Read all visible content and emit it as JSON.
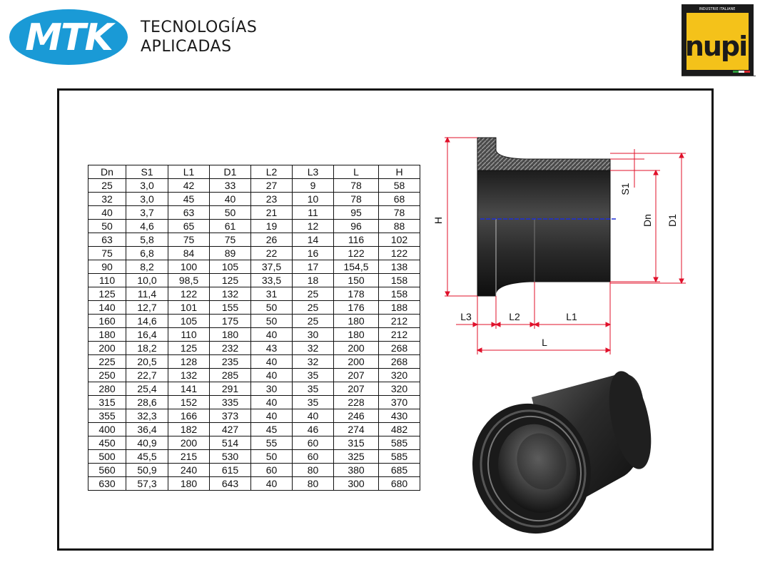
{
  "header": {
    "mtk_logo_text": "MTK",
    "tagline_line1": "TECNOLOGÍAS",
    "tagline_line2": "APLICADAS",
    "nupi_logo_text": "nupi",
    "nupi_small_text": "INDUSTRIE ITALIANE"
  },
  "colors": {
    "mtk_blue": "#1a9ad6",
    "nupi_yellow": "#f4c21a",
    "nupi_dark": "#1b1b1b",
    "dimension_red": "#e0102a",
    "axis_blue": "#1e2ed8"
  },
  "table": {
    "headers": [
      "Dn",
      "S1",
      "L1",
      "D1",
      "L2",
      "L3",
      "L",
      "H"
    ],
    "rows": [
      [
        "25",
        "3,0",
        "42",
        "33",
        "27",
        "9",
        "78",
        "58"
      ],
      [
        "32",
        "3,0",
        "45",
        "40",
        "23",
        "10",
        "78",
        "68"
      ],
      [
        "40",
        "3,7",
        "63",
        "50",
        "21",
        "11",
        "95",
        "78"
      ],
      [
        "50",
        "4,6",
        "65",
        "61",
        "19",
        "12",
        "96",
        "88"
      ],
      [
        "63",
        "5,8",
        "75",
        "75",
        "26",
        "14",
        "116",
        "102"
      ],
      [
        "75",
        "6,8",
        "84",
        "89",
        "22",
        "16",
        "122",
        "122"
      ],
      [
        "90",
        "8,2",
        "100",
        "105",
        "37,5",
        "17",
        "154,5",
        "138"
      ],
      [
        "110",
        "10,0",
        "98,5",
        "125",
        "33,5",
        "18",
        "150",
        "158"
      ],
      [
        "125",
        "11,4",
        "122",
        "132",
        "31",
        "25",
        "178",
        "158"
      ],
      [
        "140",
        "12,7",
        "101",
        "155",
        "50",
        "25",
        "176",
        "188"
      ],
      [
        "160",
        "14,6",
        "105",
        "175",
        "50",
        "25",
        "180",
        "212"
      ],
      [
        "180",
        "16,4",
        "110",
        "180",
        "40",
        "30",
        "180",
        "212"
      ],
      [
        "200",
        "18,2",
        "125",
        "232",
        "43",
        "32",
        "200",
        "268"
      ],
      [
        "225",
        "20,5",
        "128",
        "235",
        "40",
        "32",
        "200",
        "268"
      ],
      [
        "250",
        "22,7",
        "132",
        "285",
        "40",
        "35",
        "207",
        "320"
      ],
      [
        "280",
        "25,4",
        "141",
        "291",
        "30",
        "35",
        "207",
        "320"
      ],
      [
        "315",
        "28,6",
        "152",
        "335",
        "40",
        "35",
        "228",
        "370"
      ],
      [
        "355",
        "32,3",
        "166",
        "373",
        "40",
        "40",
        "246",
        "430"
      ],
      [
        "400",
        "36,4",
        "182",
        "427",
        "45",
        "46",
        "274",
        "482"
      ],
      [
        "450",
        "40,9",
        "200",
        "514",
        "55",
        "60",
        "315",
        "585"
      ],
      [
        "500",
        "45,5",
        "215",
        "530",
        "50",
        "60",
        "325",
        "585"
      ],
      [
        "560",
        "50,9",
        "240",
        "615",
        "60",
        "80",
        "380",
        "685"
      ],
      [
        "630",
        "57,3",
        "180",
        "643",
        "40",
        "80",
        "300",
        "680"
      ]
    ]
  },
  "drawing": {
    "labels": {
      "H": "H",
      "S1": "S1",
      "Dn": "Dn",
      "D1": "D1",
      "L3": "L3",
      "L2": "L2",
      "L1": "L1",
      "L": "L"
    }
  }
}
